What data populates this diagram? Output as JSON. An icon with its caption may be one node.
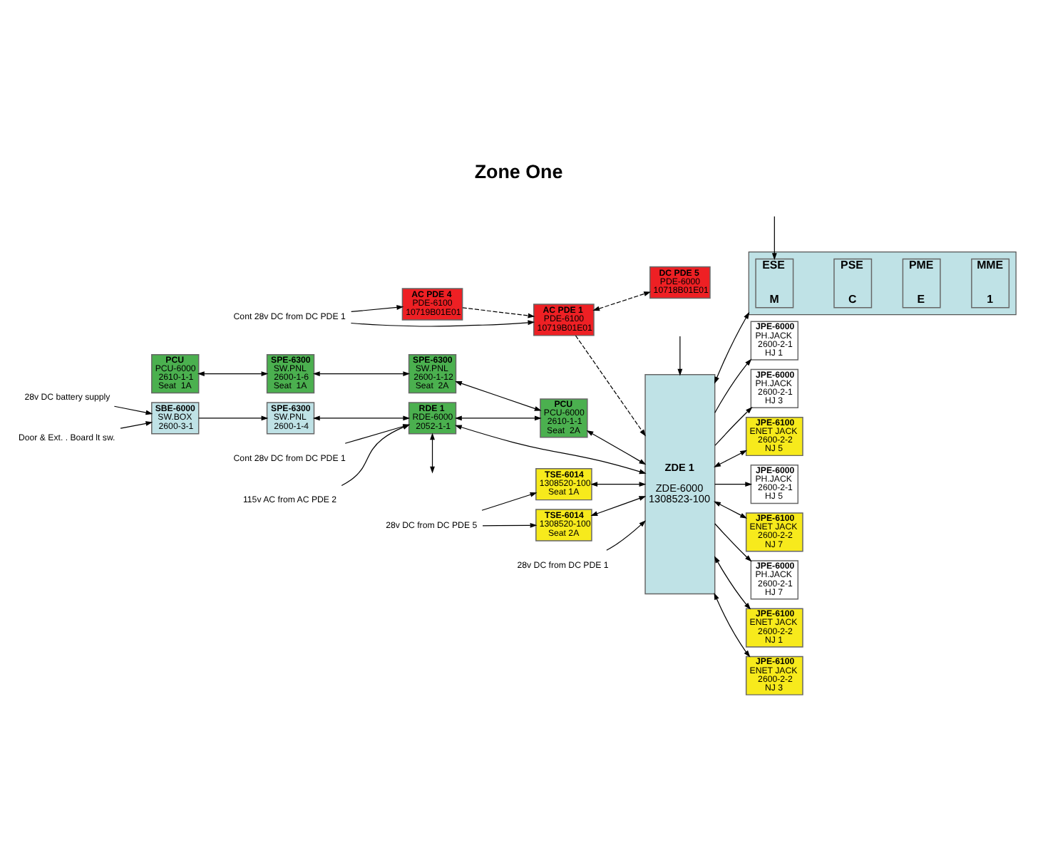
{
  "diagram": {
    "title": "Zone One",
    "nodes": [
      {
        "text": [
          "Cont 28v DC from DC PDE 1"
        ]
      },
      {
        "text": [
          "AC PDE 4",
          "PDE-6100",
          "10719B01E01"
        ]
      },
      {
        "text": [
          "AC PDE 1",
          "PDE-6100",
          "10719B01E01"
        ]
      },
      {
        "text": [
          "DC PDE 5",
          "PDE-6000",
          "10718B01E01"
        ]
      },
      {
        "text": [
          "PCU",
          "PCU-6000",
          "2610-1-1",
          "Seat  1A"
        ]
      },
      {
        "text": [
          "SPE-6300",
          "SW.PNL",
          "2600-1-6",
          "Seat  1A"
        ]
      },
      {
        "text": [
          "SPE-6300",
          "SW.PNL",
          "2600-1-12",
          "Seat  2A"
        ]
      },
      {
        "text": [
          "PCU",
          "PCU-6000",
          "2610-1-1",
          "Seat  2A"
        ]
      },
      {
        "text": [
          "28v DC battery supply"
        ]
      },
      {
        "text": [
          "SBE-6000",
          "SW.BOX",
          "2600-3-1"
        ]
      },
      {
        "text": [
          "SPE-6300",
          "SW.PNL",
          "2600-1-4"
        ]
      },
      {
        "text": [
          "RDE 1",
          "RDE-6000",
          "2052-1-1"
        ]
      },
      {
        "text": [
          "Door & Ext. . Board lt sw."
        ]
      },
      {
        "text": [
          "Cont 28v DC from DC PDE 1"
        ]
      },
      {
        "text": [
          "115v AC from AC PDE 2"
        ]
      },
      {
        "text": [
          "ZDE 1",
          "ZDE-6000",
          "1308523-100"
        ]
      },
      {
        "text": [],
        "shape": "box"
      },
      {
        "text": [
          "ESE",
          "M"
        ],
        "in": 16
      },
      {
        "text": [
          "PSE",
          "C"
        ],
        "in": 16
      },
      {
        "text": [
          "PME",
          "E"
        ],
        "in": 16
      },
      {
        "text": [
          "MME",
          "1"
        ],
        "in": 16
      },
      {
        "text": [
          "TSE-6014",
          "1308520-100",
          "Seat 1A"
        ]
      },
      {
        "text": [
          "28v DC from DC PDE 5"
        ]
      },
      {
        "text": [
          "TSE-6014",
          "1308520-100",
          "Seat 2A"
        ]
      },
      {
        "text": [
          "JPE-6000",
          "PH.JACK",
          "2600-2-1",
          "HJ 1"
        ]
      },
      {
        "text": [
          "JPE-6000",
          "PH.JACK",
          "2600-2-1",
          "HJ 3"
        ]
      },
      {
        "text": [
          "JPE-6100",
          "ENET JACK",
          "2600-2-2",
          "NJ 5"
        ]
      },
      {
        "text": [
          "JPE-6000",
          "PH.JACK",
          "2600-2-1",
          "HJ 5"
        ]
      },
      {
        "text": [
          "JPE-6100",
          "ENET JACK",
          "2600-2-2",
          "NJ 7"
        ]
      },
      {
        "text": [
          "JPE-6000",
          "PH.JACK",
          "2600-2-1",
          "HJ 7"
        ]
      },
      {
        "text": [
          "JPE-6100",
          "ENET JACK",
          "2600-2-2",
          "NJ 1"
        ]
      },
      {
        "text": [
          "JPE-6100",
          "ENET JACK",
          "2600-2-2",
          "NJ 3"
        ]
      },
      {
        "text": [
          "28v DC from DC PDE 1"
        ]
      }
    ],
    "edges": [
      {
        "from": 0,
        "to": 1,
        "arrow": "to"
      },
      {
        "from": 0,
        "to": 2,
        "arrow": "to"
      },
      {
        "from": 1,
        "to": 2,
        "arrow": "to",
        "style": "dashed"
      },
      {
        "from": 2,
        "to": 3,
        "arrow": "both",
        "style": "dashed"
      },
      {
        "from": 2,
        "to": 15,
        "arrow": "to",
        "style": "dashed"
      },
      {
        "from": 4,
        "to": 5,
        "arrow": "both"
      },
      {
        "from": 5,
        "to": 6,
        "arrow": "both"
      },
      {
        "from": 6,
        "to": 7,
        "arrow": "both"
      },
      {
        "from": 7,
        "to": 15,
        "arrow": "both"
      },
      {
        "from": 11,
        "to": 7,
        "arrow": "both"
      },
      {
        "from": 8,
        "to": 9,
        "arrow": "to"
      },
      {
        "from": 10,
        "to": 11,
        "arrow": "both"
      },
      {
        "from": 12,
        "to": 9,
        "arrow": "to"
      },
      {
        "from": 9,
        "to": 10,
        "arrow": "to"
      },
      {
        "from": 13,
        "to": 11,
        "arrow": "to"
      },
      {
        "from": 14,
        "to": 11,
        "arrow": "to"
      },
      {
        "from": 11,
        "to": 15,
        "arrow": "both"
      },
      {
        "from": 11,
        "to": null,
        "arrow": "both"
      },
      {
        "from": 15,
        "to": 16,
        "arrow": "both"
      },
      {
        "from": null,
        "to": 17,
        "arrow": "to"
      },
      {
        "from": null,
        "to": 15,
        "arrow": "to"
      },
      {
        "from": 22,
        "to": 21,
        "arrow": "to"
      },
      {
        "from": 22,
        "to": 23,
        "arrow": "to"
      },
      {
        "from": 21,
        "to": 15,
        "arrow": "both"
      },
      {
        "from": 23,
        "to": 15,
        "arrow": "both"
      },
      {
        "from": 15,
        "to": 24,
        "arrow": "to"
      },
      {
        "from": 15,
        "to": 25,
        "arrow": "to"
      },
      {
        "from": 15,
        "to": 27,
        "arrow": "to"
      },
      {
        "from": 15,
        "to": 29,
        "arrow": "to"
      },
      {
        "from": 15,
        "to": 26,
        "arrow": "both"
      },
      {
        "from": 15,
        "to": 28,
        "arrow": "both"
      },
      {
        "from": 15,
        "to": 30,
        "arrow": "both"
      },
      {
        "from": 15,
        "to": 31,
        "arrow": "both"
      },
      {
        "from": 32,
        "to": 15,
        "arrow": "to"
      }
    ]
  }
}
